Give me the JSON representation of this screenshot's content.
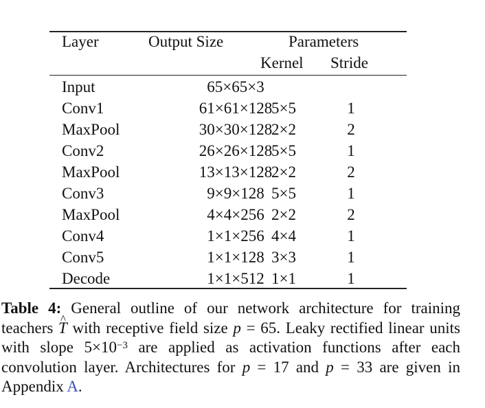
{
  "table": {
    "headers": {
      "layer": "Layer",
      "output_size": "Output Size",
      "parameters": "Parameters",
      "kernel": "Kernel",
      "stride": "Stride"
    },
    "rows": [
      {
        "layer": "Input",
        "output": "65×65×3",
        "kernel": "",
        "stride": ""
      },
      {
        "layer": "Conv1",
        "output": "61×61×128",
        "kernel": "5×5",
        "stride": "1"
      },
      {
        "layer": "MaxPool",
        "output": "30×30×128",
        "kernel": "2×2",
        "stride": "2"
      },
      {
        "layer": "Conv2",
        "output": "26×26×128",
        "kernel": "5×5",
        "stride": "1"
      },
      {
        "layer": "MaxPool",
        "output": "13×13×128",
        "kernel": "2×2",
        "stride": "2"
      },
      {
        "layer": "Conv3",
        "output": "9×9×128",
        "kernel": "5×5",
        "stride": "1"
      },
      {
        "layer": "MaxPool",
        "output": "4×4×256",
        "kernel": "2×2",
        "stride": "2"
      },
      {
        "layer": "Conv4",
        "output": "1×1×256",
        "kernel": "4×4",
        "stride": "1"
      },
      {
        "layer": "Conv5",
        "output": "1×1×128",
        "kernel": "3×3",
        "stride": "1"
      },
      {
        "layer": "Decode",
        "output": "1×1×512",
        "kernel": "1×1",
        "stride": "1"
      }
    ]
  },
  "caption": {
    "label": "Table 4:",
    "t1": " General outline of our network architecture for training teachers ",
    "teacher_symbol": "T",
    "t2": " with receptive field size ",
    "p_sym1": "p",
    "t3": " = 65. Leaky rectified linear units with slope 5×10",
    "exponent": "−3",
    "t4": " are applied as activation functions after each convolution layer. Architectures for ",
    "p_sym2": "p",
    "t5": " = 17 and ",
    "p_sym3": "p",
    "t6": " = 33 are given in Appendix ",
    "appendix_ref": "A",
    "t7": "."
  }
}
